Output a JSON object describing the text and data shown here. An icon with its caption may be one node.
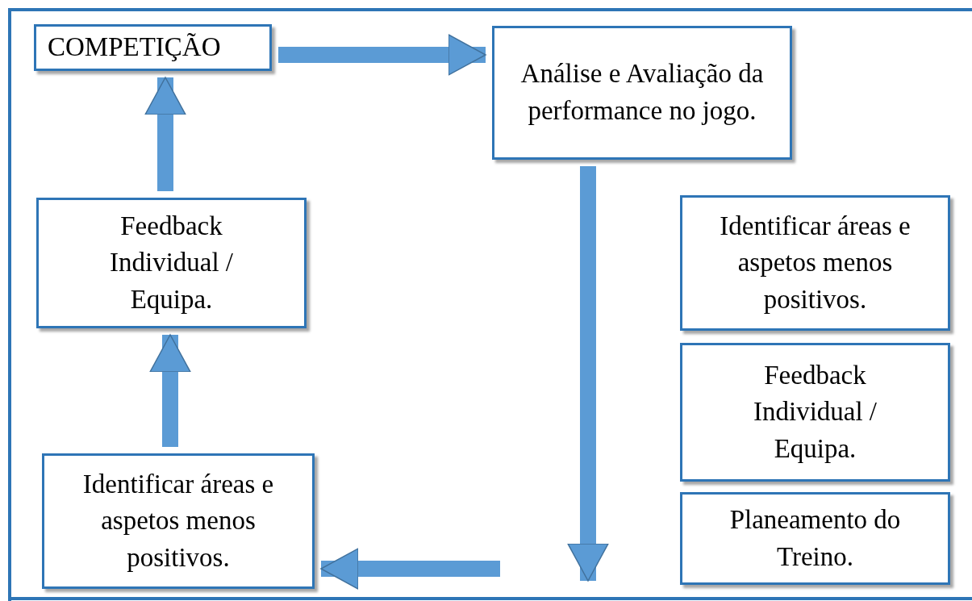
{
  "diagram": {
    "nodes": [
      {
        "text": [
          "COMPETIÇÃO"
        ]
      },
      {
        "text": [
          "Análise e Avaliação da performance no jogo."
        ]
      },
      {
        "text": [
          "Identificar áreas e aspetos menos positivos."
        ]
      },
      {
        "text": [
          "Feedback Individual / Equipa."
        ]
      },
      {
        "text": [
          "Planeamento do Treino."
        ]
      },
      {
        "text": [
          "Identificar áreas e aspetos menos positivos."
        ]
      },
      {
        "text": [
          "Feedback Individual / Equipa."
        ]
      }
    ],
    "edges": [
      {
        "from": 0,
        "to": 1,
        "arrow": "to"
      },
      {
        "from": 1,
        "to": null,
        "arrow": "to"
      },
      {
        "from": null,
        "to": 5,
        "arrow": "to"
      },
      {
        "from": 5,
        "to": 6,
        "arrow": "to"
      },
      {
        "from": 6,
        "to": 0,
        "arrow": "to"
      }
    ]
  }
}
